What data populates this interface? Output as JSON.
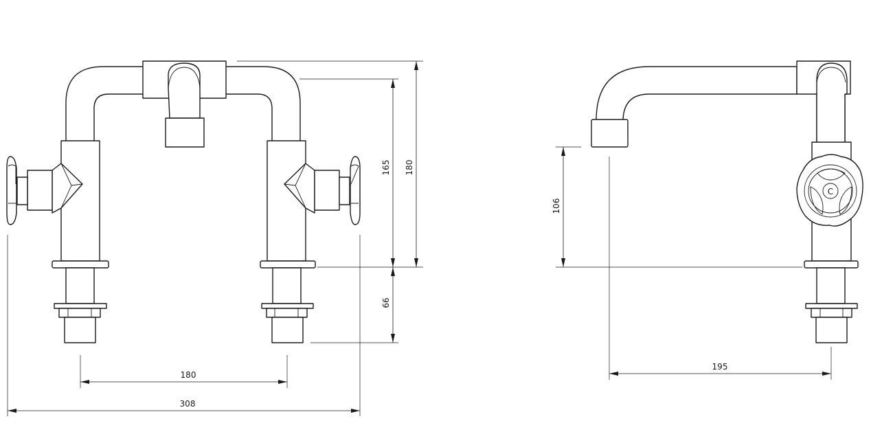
{
  "dimensions": {
    "front_spout_spacing": "180",
    "front_overall_width": "308",
    "front_height_to_spout": "165",
    "front_overall_height": "180",
    "front_tail_length": "66",
    "side_spout_height": "106",
    "side_spout_reach": "195"
  },
  "handle_mark": "C"
}
